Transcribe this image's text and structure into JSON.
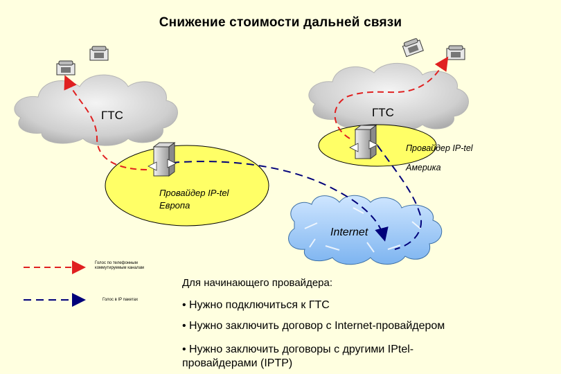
{
  "title": "Снижение стоимости дальней связи",
  "diagram": {
    "gts_left": "ГТС",
    "gts_right": "ГТС",
    "provider_europe_line1": "Провайдер IP-tel",
    "provider_europe_line2": "Европа",
    "provider_america_line1": "Провайдер IP-tel",
    "provider_america_line2": "Америка",
    "internet": "Internet"
  },
  "legend": {
    "voice_circuit_line1": "Голос по телефонным",
    "voice_circuit_line2": "коммутируемым каналам",
    "voice_ip": "Голос в IP пакетах",
    "voice_circuit_color": "#e02020",
    "voice_ip_color": "#00007a"
  },
  "notes": {
    "heading": "Для начинающего провайдера:",
    "bullet1": "• Нужно подключиться к ГТС",
    "bullet2": "• Нужно заключить договор с Internet-провайдером",
    "bullet3_line1": "• Нужно заключить договоры с другими IPtel-",
    "bullet3_line2": "провайдерами (IPTP)"
  }
}
